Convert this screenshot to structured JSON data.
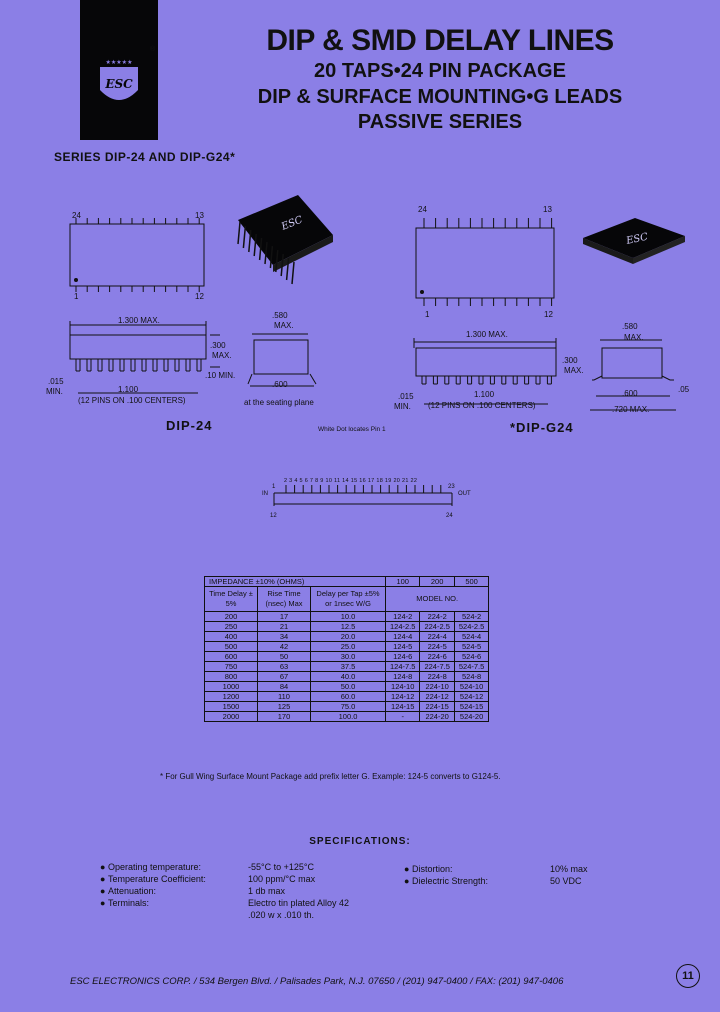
{
  "logo": {
    "text": "ESC",
    "mark": "®"
  },
  "header": {
    "title1": "DIP & SMD DELAY LINES",
    "title2": "20 TAPS•24 PIN PACKAGE",
    "title3": "DIP & SURFACE MOUNTING•G LEADS",
    "title4": "PASSIVE SERIES"
  },
  "series_label": "SERIES DIP-24 AND DIP-G24*",
  "dip24": {
    "pin24": "24",
    "pin13": "13",
    "pin1": "1",
    "pin12": "12",
    "len": "1.300 MAX.",
    "h1": ".300",
    "h2": "MAX.",
    "h3": ".10 MIN.",
    "w1": ".580",
    "w2": "MAX.",
    "w3": ".600",
    "m1": ".015",
    "m2": "MIN.",
    "pitch1": "1.100",
    "pitch2": "(12 PINS ON .100 CENTERS)",
    "seating": "at the seating plane",
    "name": "DIP-24",
    "chip": "ESC"
  },
  "dipg24": {
    "pin24": "24",
    "pin13": "13",
    "pin1": "1",
    "pin12": "12",
    "len": "1.300 MAX.",
    "h1": ".300",
    "h2": "MAX.",
    "w1": ".580",
    "w2": "MAX.",
    "w3": ".600",
    "w4": ".720 MAX.",
    "w5": ".05",
    "m1": ".015",
    "m2": "MIN.",
    "pitch1": "1.100",
    "pitch2": "(12 PINS ON .100 CENTERS)",
    "name": "*DIP-G24",
    "chip": "ESC"
  },
  "dot_note": "White Dot locates Pin 1",
  "schematic": {
    "taps": "2 3 4 5 6 7 8 9 10 11 14 15 16 17 18 19 20 21 22",
    "in_pin": "1",
    "in_label": "IN",
    "out_pin": "23",
    "out_label": "OUT",
    "gnd_left": "12",
    "gnd_right": "24"
  },
  "table": {
    "impedance_label": "IMPEDANCE ±10% (OHMS)",
    "impedances": [
      "100",
      "200",
      "500"
    ],
    "col1": "Time Delay ± 5%",
    "col2": "Rise Time (nsec) Max",
    "col3": "Delay per Tap ±5% or 1nsec W/G",
    "model_label": "MODEL NO.",
    "rows": [
      [
        "200",
        "17",
        "10.0",
        "124-2",
        "224-2",
        "524-2"
      ],
      [
        "250",
        "21",
        "12.5",
        "124-2.5",
        "224-2.5",
        "524-2.5"
      ],
      [
        "400",
        "34",
        "20.0",
        "124-4",
        "224-4",
        "524-4"
      ],
      [
        "500",
        "42",
        "25.0",
        "124-5",
        "224-5",
        "524-5"
      ],
      [
        "600",
        "50",
        "30.0",
        "124-6",
        "224-6",
        "524-6"
      ],
      [
        "750",
        "63",
        "37.5",
        "124-7.5",
        "224-7.5",
        "524-7.5"
      ],
      [
        "800",
        "67",
        "40.0",
        "124-8",
        "224-8",
        "524-8"
      ],
      [
        "1000",
        "84",
        "50.0",
        "124-10",
        "224-10",
        "524-10"
      ],
      [
        "1200",
        "110",
        "60.0",
        "124-12",
        "224-12",
        "524-12"
      ],
      [
        "1500",
        "125",
        "75.0",
        "124-15",
        "224-15",
        "524-15"
      ],
      [
        "2000",
        "170",
        "100.0",
        "-",
        "224-20",
        "524-20"
      ]
    ]
  },
  "footnote": "* For Gull Wing Surface Mount Package add prefix letter G.  Example: 124-5 converts to G124-5.",
  "specs": {
    "title": "SPECIFICATIONS:",
    "left": [
      {
        "label": "Operating temperature:",
        "value": "-55°C to +125°C"
      },
      {
        "label": "Temperature Coefficient:",
        "value": "100 ppm/°C max"
      },
      {
        "label": "Attenuation:",
        "value": "1 db max"
      },
      {
        "label": "Terminals:",
        "value": "Electro tin plated Alloy 42"
      }
    ],
    "terminal_extra": ".020 w x .010 th.",
    "right": [
      {
        "label": "Distortion:",
        "value": "10% max"
      },
      {
        "label": "Dielectric Strength:",
        "value": "50 VDC"
      }
    ]
  },
  "footer": "ESC ELECTRONICS CORP. / 534 Bergen Blvd. / Palisades Park, N.J. 07650 / (201) 947-0400 / FAX: (201) 947-0406",
  "page_number": "11"
}
